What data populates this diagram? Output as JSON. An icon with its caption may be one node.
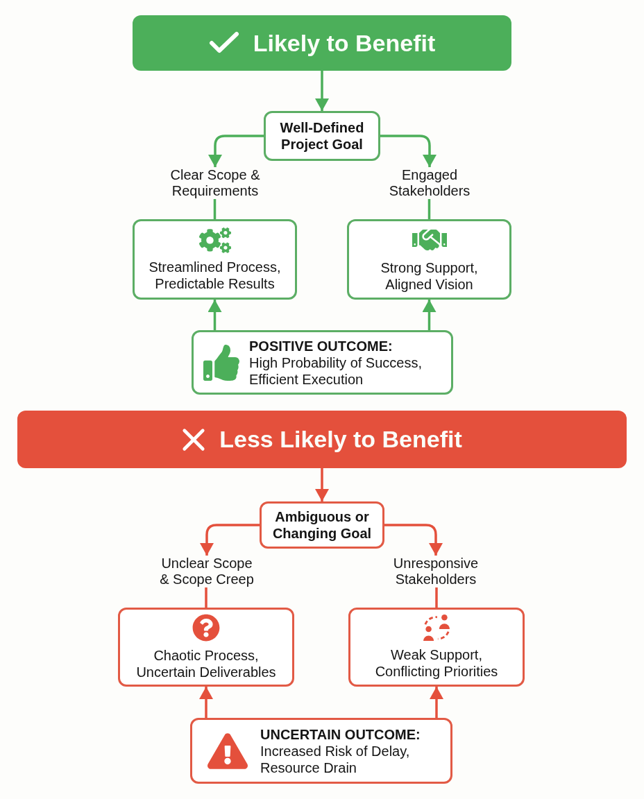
{
  "diagram": {
    "nodes": [
      {
        "text": [
          "Likely to Benefit"
        ]
      },
      {
        "text": [
          "Well-Defined Project Goal"
        ]
      },
      {
        "text": [
          "Clear Scope & Requirements"
        ]
      },
      {
        "text": [
          "Engaged Stakeholders"
        ]
      },
      {
        "text": [
          "Streamlined Process, Predictable Results"
        ]
      },
      {
        "text": [
          "Strong Support, Aligned Vision"
        ]
      },
      {
        "text": [
          "POSITIVE OUTCOME:",
          "High Probability of Success, Efficient Execution"
        ]
      },
      {
        "text": [
          "Less Likely to Benefit"
        ]
      },
      {
        "text": [
          "Ambiguous or Changing Goal"
        ]
      },
      {
        "text": [
          "Unclear Scope & Scope Creep"
        ]
      },
      {
        "text": [
          "Unresponsive Stakeholders"
        ]
      },
      {
        "text": [
          "Chaotic Process, Uncertain Deliverables"
        ]
      },
      {
        "text": [
          "Weak Support, Conflicting Priorities"
        ]
      },
      {
        "text": [
          "UNCERTAIN OUTCOME:",
          "Increased Risk of Delay, Resource Drain"
        ]
      }
    ],
    "edges": [
      {
        "from": 0,
        "to": 1,
        "arrow": "to"
      },
      {
        "from": 1,
        "to": 2,
        "arrow": "to"
      },
      {
        "from": 1,
        "to": 3,
        "arrow": "to"
      },
      {
        "from": 2,
        "to": 4,
        "arrow": "none"
      },
      {
        "from": 3,
        "to": 5,
        "arrow": "none"
      },
      {
        "from": 6,
        "to": 4,
        "arrow": "to"
      },
      {
        "from": 6,
        "to": 5,
        "arrow": "to"
      },
      {
        "from": 7,
        "to": 8,
        "arrow": "to",
        "color": "#e4503c"
      },
      {
        "from": 8,
        "to": 9,
        "arrow": "to",
        "color": "#e4503c"
      },
      {
        "from": 8,
        "to": 10,
        "arrow": "to",
        "color": "#e4503c"
      },
      {
        "from": 9,
        "to": 11,
        "arrow": "none",
        "color": "#e4503c"
      },
      {
        "from": 10,
        "to": 12,
        "arrow": "none",
        "color": "#e4503c"
      },
      {
        "from": 13,
        "to": 11,
        "arrow": "to",
        "color": "#e4503c"
      },
      {
        "from": 13,
        "to": 12,
        "arrow": "to",
        "color": "#e4503c"
      }
    ]
  }
}
